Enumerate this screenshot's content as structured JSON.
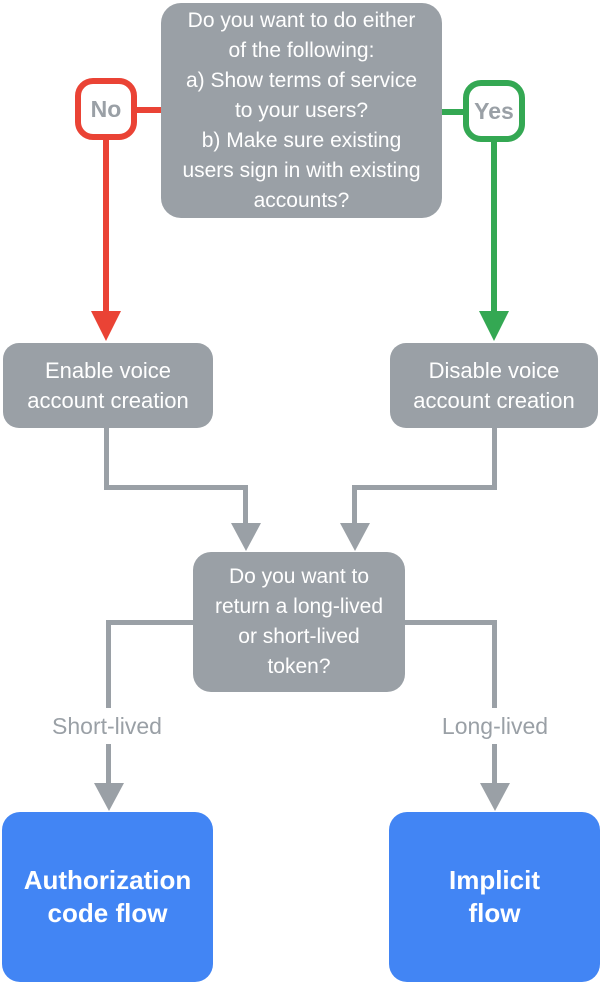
{
  "diagram": {
    "top_question": "Do you want to do either\nof the following:\na) Show terms of service\nto your users?\nb) Make sure existing\nusers sign in with existing\naccounts?",
    "no_badge": "No",
    "yes_badge": "Yes",
    "enable_node": "Enable voice\naccount creation",
    "disable_node": "Disable voice\naccount creation",
    "token_question": "Do you want to\nreturn a long-lived\nor short-lived\ntoken?",
    "short_lived_label": "Short-lived",
    "long_lived_label": "Long-lived",
    "auth_code_node": "Authorization\ncode flow",
    "implicit_node": "Implicit\nflow"
  },
  "colors": {
    "node_gray": "#9AA0A6",
    "connector_gray": "#9AA0A6",
    "no_red": "#EA4335",
    "yes_green": "#34A853",
    "terminal_blue": "#4285F4",
    "badge_text": "#9AA0A6",
    "label_text": "#9AA0A6",
    "node_text": "#FFFFFF",
    "background": "#FFFFFF"
  }
}
